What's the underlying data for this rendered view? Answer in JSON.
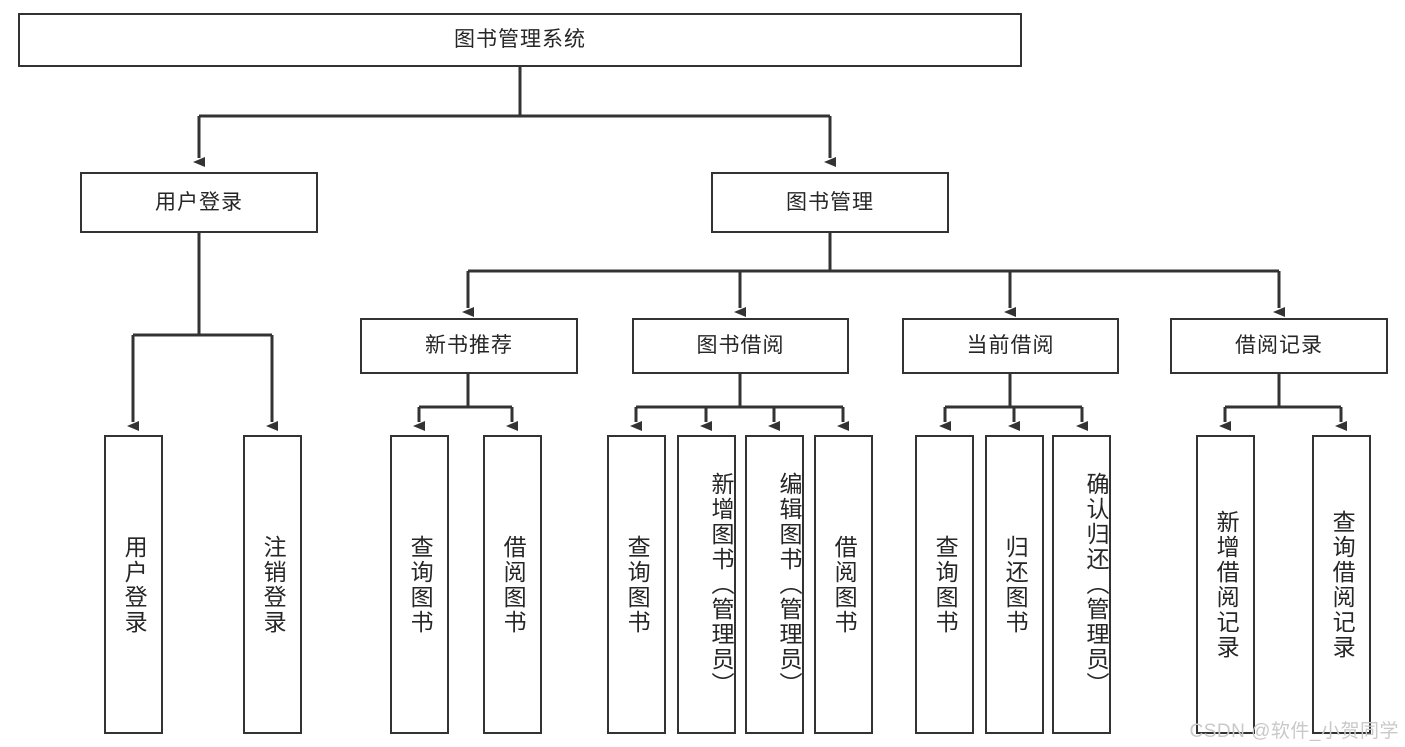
{
  "diagram": {
    "title": "图书管理系统",
    "type": "tree",
    "background_color": "#ffffff",
    "line_color": "#333333",
    "box_border_color": "#333333",
    "text_color": "#262626",
    "nodes": {
      "root": {
        "label": "图书管理系统"
      },
      "level2": [
        {
          "id": "user-login",
          "label": "用户登录"
        },
        {
          "id": "book-manage",
          "label": "图书管理"
        }
      ],
      "level3": [
        {
          "id": "new-book-recommend",
          "label": "新书推荐"
        },
        {
          "id": "book-borrow",
          "label": "图书借阅"
        },
        {
          "id": "current-borrow",
          "label": "当前借阅"
        },
        {
          "id": "borrow-record",
          "label": "借阅记录"
        }
      ],
      "leaves": {
        "user-login": [
          {
            "id": "leaf-user-login",
            "label": "用户登录"
          },
          {
            "id": "leaf-logout",
            "label": "注销登录"
          }
        ],
        "new-book-recommend": [
          {
            "id": "leaf-query-book-1",
            "label": "查询图书"
          },
          {
            "id": "leaf-borrow-book-1",
            "label": "借阅图书"
          }
        ],
        "book-borrow": [
          {
            "id": "leaf-query-book-2",
            "label": "查询图书"
          },
          {
            "id": "leaf-add-book",
            "label": "新增图书（管理员）"
          },
          {
            "id": "leaf-edit-book",
            "label": "编辑图书（管理员）"
          },
          {
            "id": "leaf-borrow-book-2",
            "label": "借阅图书"
          }
        ],
        "current-borrow": [
          {
            "id": "leaf-query-book-3",
            "label": "查询图书"
          },
          {
            "id": "leaf-return-book",
            "label": "归还图书"
          },
          {
            "id": "leaf-confirm-return",
            "label": "确认归还（管理员）"
          }
        ],
        "borrow-record": [
          {
            "id": "leaf-add-record",
            "label": "新增借阅记录"
          },
          {
            "id": "leaf-query-record",
            "label": "查询借阅记录"
          }
        ]
      }
    },
    "watermark": "CSDN @软件_小贺同学"
  }
}
